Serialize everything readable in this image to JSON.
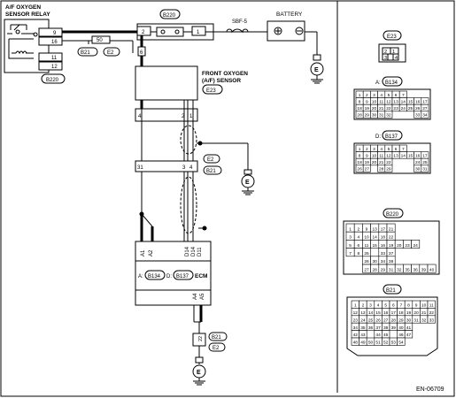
{
  "relay": {
    "title1": "A/F OXYGEN",
    "title2": "SENSOR RELAY",
    "pins": [
      "9",
      "16",
      "11",
      "12"
    ],
    "code": "B220"
  },
  "top_connector": "B220",
  "fuse": "SBF-5",
  "battery": "BATTERY",
  "ground_label": "E",
  "pin_labels": {
    "c2": "2",
    "c1": "1",
    "relay_bus": "50",
    "n6": "6"
  },
  "b21_e2_upper": [
    "B21",
    "E2"
  ],
  "front_sensor": {
    "title1": "FRONT OXYGEN",
    "title2": "(A/F) SENSOR",
    "code": "E23"
  },
  "sensor_pins": [
    "4",
    "2",
    "1"
  ],
  "shield_labels": [
    "E2",
    "B21"
  ],
  "shield_pins": [
    "31",
    "3",
    "4"
  ],
  "ecm": {
    "a_prefix": "A:",
    "a_code": "B134",
    "d_prefix": "D:",
    "d_code": "B137",
    "label": "ECM"
  },
  "ecm_pins": [
    "A1",
    "A2",
    "D14",
    "D14",
    "D11"
  ],
  "ecm_bottom_pins": [
    "A4",
    "A5"
  ],
  "lower_pins": [
    "22",
    "22"
  ],
  "lower_labels": [
    "B21",
    "E2"
  ],
  "connectors": [
    {
      "title": "E23",
      "rows": [
        [
          "2",
          "1"
        ],
        [
          "3",
          "4"
        ]
      ]
    },
    {
      "prefix": "A:",
      "title": "B134"
    },
    {
      "prefix": "D:",
      "title": "B137"
    },
    {
      "title": "B220"
    },
    {
      "title": "B21"
    }
  ],
  "b134_rows": [
    [
      "1",
      "2",
      "3",
      "4",
      "5",
      "6",
      "7"
    ],
    [
      "8",
      "9",
      "10",
      "11",
      "12",
      "13",
      "14",
      "15",
      "16",
      "17"
    ],
    [
      "18",
      "19",
      "20",
      "21",
      "22",
      "23",
      "24",
      "25",
      "26",
      "27"
    ],
    [
      "28",
      "29",
      "30",
      "31",
      "32",
      "",
      "",
      "",
      "33",
      "34"
    ]
  ],
  "b137_rows": [
    [
      "1",
      "2",
      "3",
      "4",
      "5",
      "6",
      "7"
    ],
    [
      "8",
      "9",
      "10",
      "11",
      "12",
      "13",
      "14",
      "15",
      "16",
      "17"
    ],
    [
      "18",
      "19",
      "20",
      "21",
      "22",
      "",
      "",
      "",
      "24",
      "25"
    ],
    [
      "26",
      "27",
      "",
      "28",
      "29",
      "",
      "",
      "",
      "30",
      "31"
    ]
  ],
  "b220_rows": [
    [
      "1",
      "2",
      "9",
      "13",
      "17",
      "21"
    ],
    [
      "3",
      "4",
      "10",
      "14",
      "18",
      "22"
    ],
    [
      "5",
      "6",
      "11",
      "15",
      "16",
      "19",
      "20",
      "23",
      "24"
    ],
    [
      "7",
      "8",
      "25",
      "",
      "33",
      "37"
    ],
    [
      "",
      "",
      "26",
      "30",
      "34",
      "38"
    ],
    [
      "",
      "",
      "27",
      "28",
      "29",
      "31",
      "32",
      "35",
      "36",
      "39",
      "40"
    ]
  ],
  "b21_rows": [
    [
      "1",
      "2",
      "3",
      "4",
      "5",
      "6",
      "7",
      "8",
      "9",
      "10",
      "11"
    ],
    [
      "12",
      "13",
      "14",
      "15",
      "16",
      "17",
      "18",
      "19",
      "20",
      "21",
      "22"
    ],
    [
      "23",
      "24",
      "25",
      "26",
      "27",
      "28",
      "29",
      "30",
      "31",
      "32",
      "33"
    ],
    [
      "34",
      "35",
      "36",
      "37",
      "38",
      "39",
      "40",
      "41"
    ],
    [
      "42",
      "43",
      "",
      "44",
      "45",
      "",
      "46",
      "47"
    ],
    [
      "48",
      "49",
      "50",
      "51",
      "52",
      "53",
      "54"
    ]
  ],
  "footer": "EN-06709"
}
